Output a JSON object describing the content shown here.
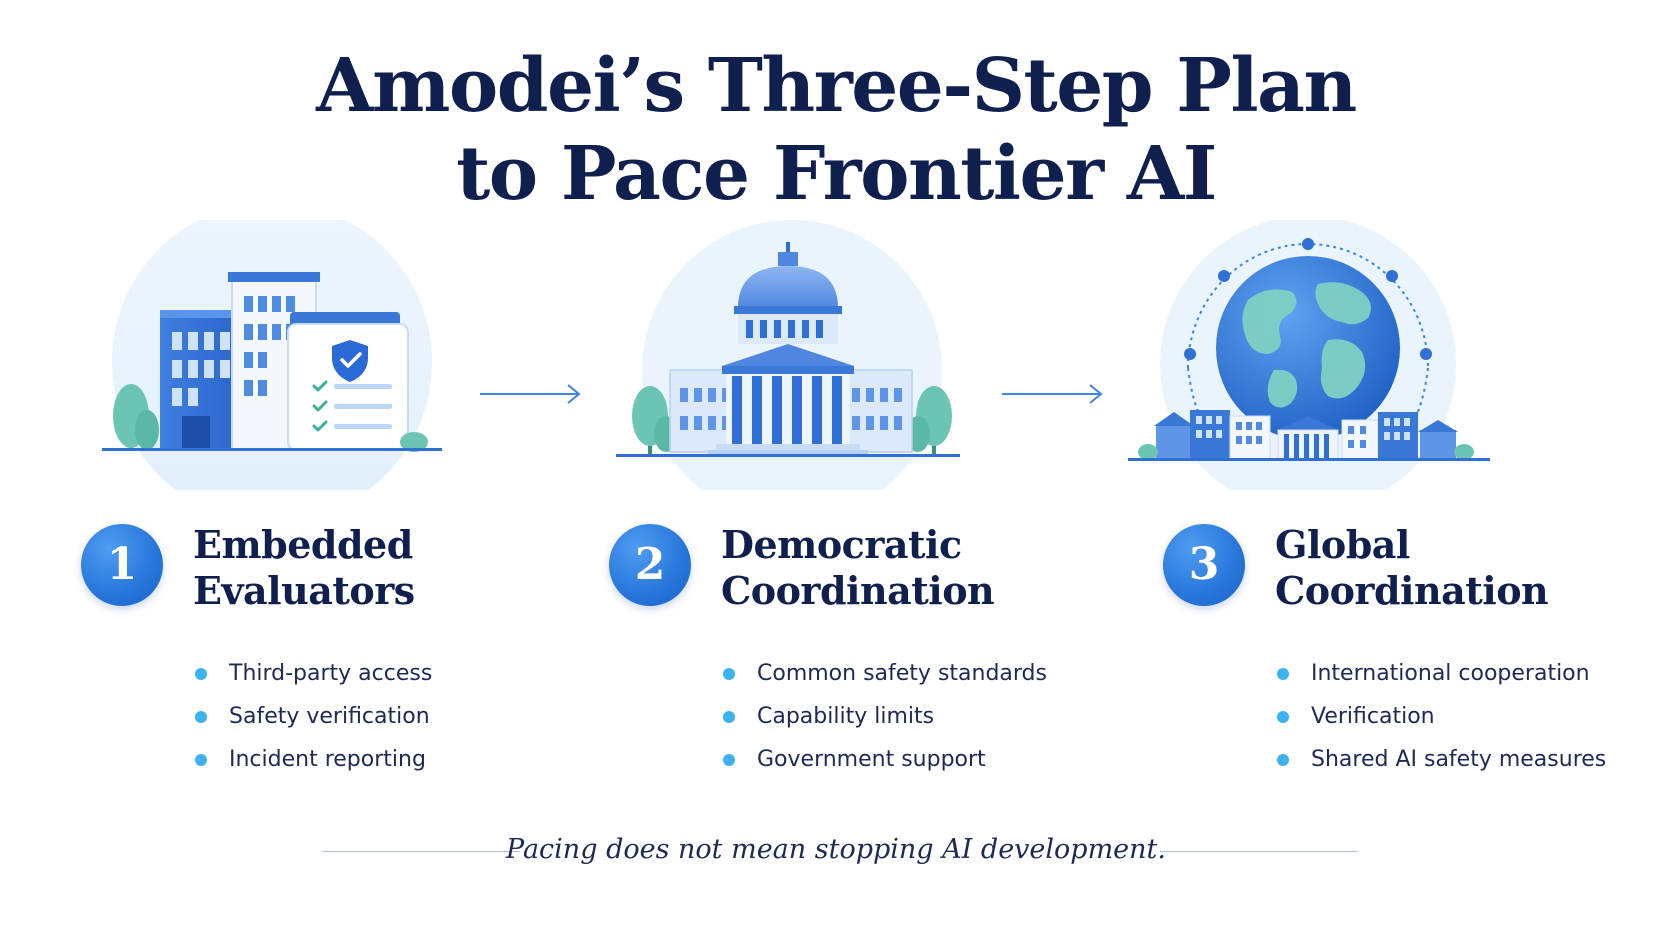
{
  "title": {
    "line1": "Amodei’s Three-Step Plan",
    "line2": "to Pace Frontier AI"
  },
  "steps": [
    {
      "number": "1",
      "title_line1": "Embedded",
      "title_line2": "Evaluators",
      "bullets": [
        "Third-party access",
        "Safety verification",
        "Incident reporting"
      ]
    },
    {
      "number": "2",
      "title_line1": "Democratic",
      "title_line2": "Coordination",
      "bullets": [
        "Common safety standards",
        "Capability limits",
        "Government support"
      ]
    },
    {
      "number": "3",
      "title_line1": "Global",
      "title_line2": "Coordination",
      "bullets": [
        "International cooperation",
        "Verification",
        "Shared AI safety measures"
      ]
    }
  ],
  "footer": {
    "text": "Pacing does not mean stopping AI development."
  },
  "icons": {
    "step1": "office-building-with-security-checklist-icon",
    "step2": "capitol-building-icon",
    "step3": "globe-with-city-skyline-icon",
    "connector": "arrow-right-icon",
    "bullet": "bullet-dot-icon"
  },
  "colors": {
    "heading": "#0f1f4e",
    "accent_blue": "#2a78dd",
    "bullet_cyan": "#3bb3f0",
    "teal": "#5cc3b0",
    "illustration_bg": "#eaf4fd"
  }
}
